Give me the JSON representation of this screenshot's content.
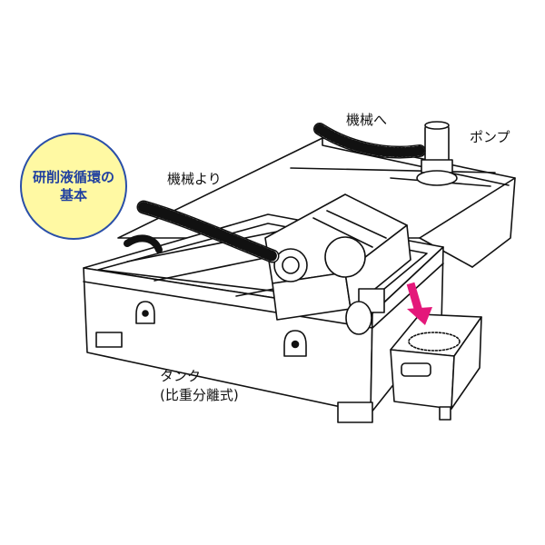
{
  "badge": {
    "line1": "研削液循環の",
    "line2": "基本",
    "fill_color": "#fff9a3",
    "text_color": "#1f3fa0"
  },
  "labels": {
    "to_machine": "機械へ",
    "pump": "ポンプ",
    "from_machine": "機械より",
    "tank_line1": "タンク",
    "tank_line2": "(比重分離式)"
  },
  "colors": {
    "arrow": "#e4187a",
    "line": "#111111"
  }
}
